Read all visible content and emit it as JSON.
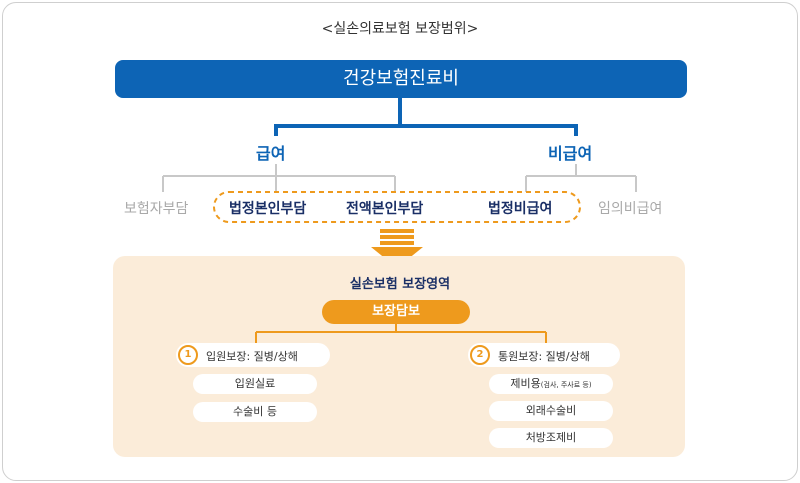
{
  "title": "<실손의료보험 보장범위>",
  "banner": "건강보험진료비",
  "branches": {
    "left": "급여",
    "right": "비급여"
  },
  "categories": {
    "insurer_share": "보험자부담",
    "statutory_self": "법정본인부담",
    "full_self": "전액본인부담",
    "statutory_noncovered": "법정비급여",
    "optional_noncovered": "임의비급여"
  },
  "coverage": {
    "title": "실손보험 보장영역",
    "main_pill": "보장담보",
    "inpatient": {
      "number": "1",
      "label": "입원보장: 질병/상해",
      "items": [
        "입원실료",
        "수술비 등"
      ]
    },
    "outpatient": {
      "number": "2",
      "label": "통원보장: 질병/상해",
      "items": [
        "제비용",
        "외래수술비",
        "처방조제비"
      ],
      "first_item_note": "(검사, 주사료 등)"
    }
  },
  "colors": {
    "primary_blue": "#0d64b5",
    "accent_orange": "#ee9a1d",
    "peach_bg": "#fbecd9",
    "gray_text": "#a9a9a9",
    "navy_text": "#1a2f66"
  }
}
